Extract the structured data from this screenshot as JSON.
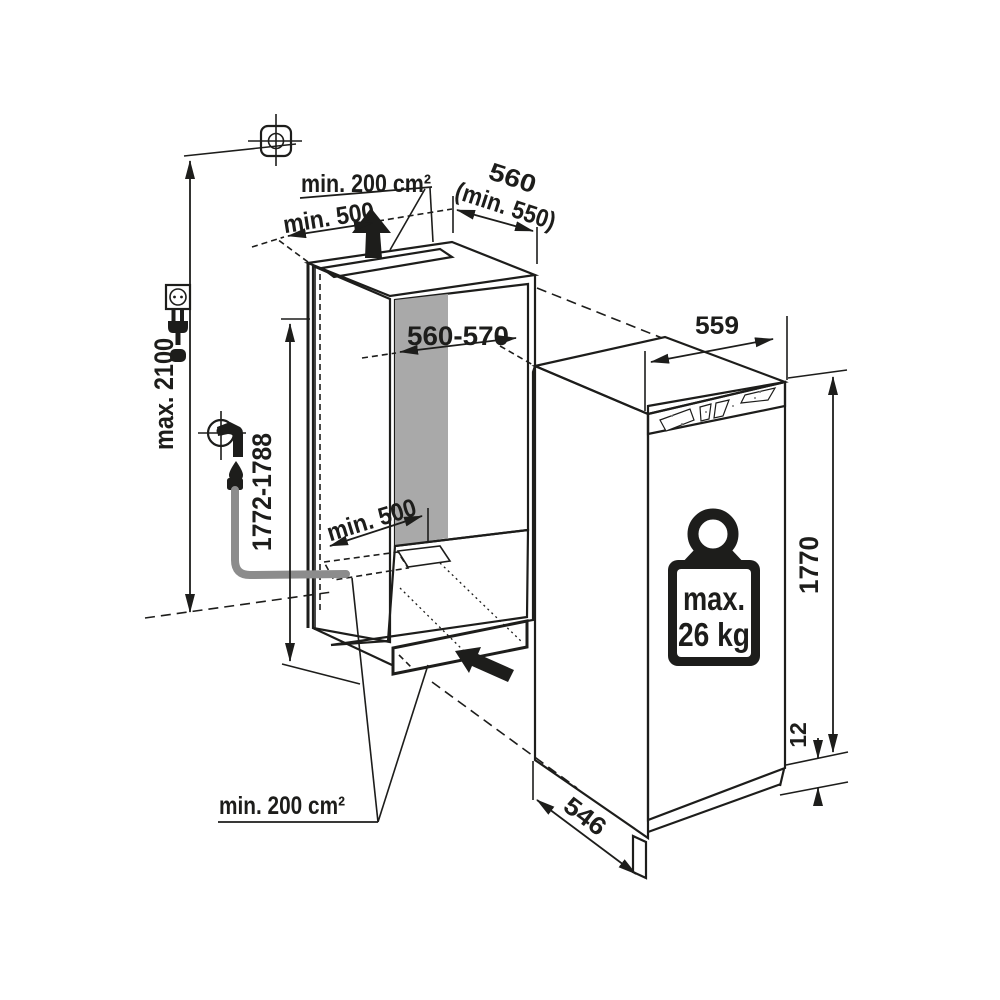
{
  "diagram": {
    "type": "appliance-installation-drawing",
    "labels": {
      "vent_top": "min. 200 cm²",
      "vent_bottom": "min. 200 cm²",
      "duct_width_top": "min. 500",
      "duct_width_mid": "min. 500",
      "niche_depth_line1": "560",
      "niche_depth_line2": "(min. 550)",
      "niche_width": "560-570",
      "niche_height": "1772-1788",
      "ceiling_height": "max. 2100",
      "appliance_width": "559",
      "appliance_height": "1770",
      "door_overhang": "12",
      "appliance_depth": "546",
      "door_weight_line1": "max.",
      "door_weight_line2": "26 kg"
    },
    "icons": {
      "wall_anchor": "wall-anchor-icon",
      "socket": "power-socket-icon",
      "plug": "power-plug-icon",
      "tap": "water-tap-icon",
      "drop": "water-drop-icon",
      "hose": "water-hose",
      "airflow_top": "airflow-up-arrow",
      "airflow_bottom": "airflow-in-arrow",
      "weight": "weight-icon"
    },
    "colors": {
      "line": "#1d1d1b",
      "wall_dark": "#a9a9a9",
      "wall_light": "#c8c8c8",
      "floor": "#cdcdcd",
      "grille": "#c6c6c6",
      "hose": "#8c8c8c",
      "background": "#ffffff"
    }
  }
}
